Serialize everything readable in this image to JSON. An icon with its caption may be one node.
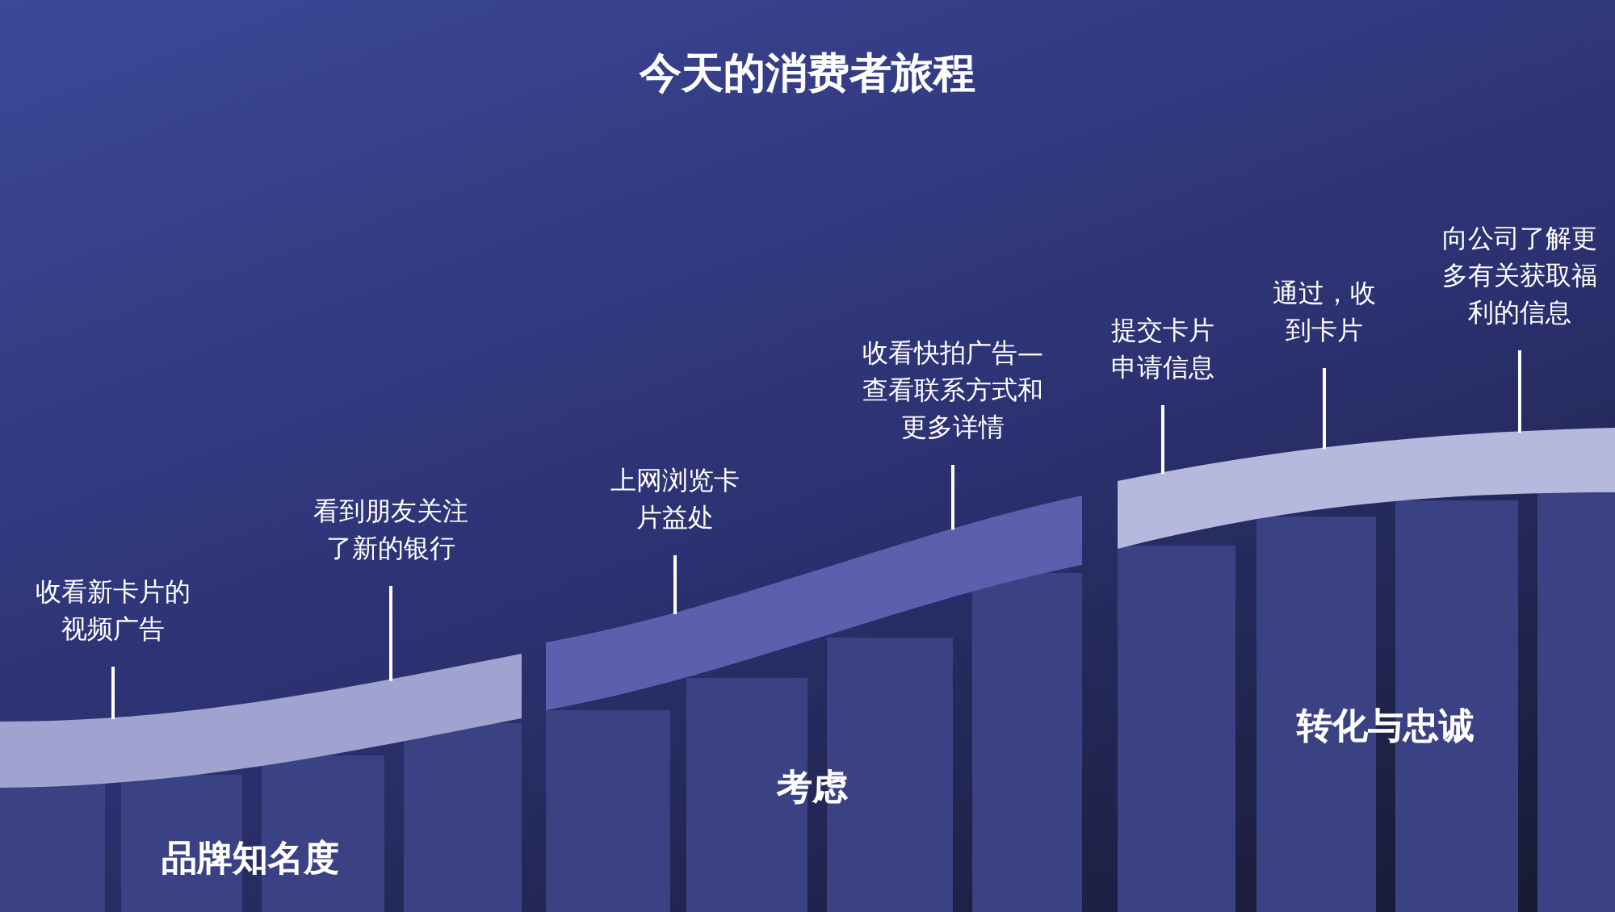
{
  "diagram": {
    "title": "今天的消费者旅程",
    "nodes": [
      {
        "text": [],
        "shape": "bar"
      },
      {
        "text": [],
        "shape": "bar"
      },
      {
        "text": [],
        "shape": "bar"
      },
      {
        "text": [
          "收看新卡片的视频广告"
        ]
      },
      {
        "text": [
          "看到朋友关注了新的银行"
        ]
      },
      {
        "text": [
          "上网浏览卡片益处"
        ]
      },
      {
        "text": [
          "收看快拍广告—查看联系方式和更多详情"
        ]
      },
      {
        "text": [
          "提交卡片申请信息"
        ]
      },
      {
        "text": [
          "通过，收到卡片"
        ]
      },
      {
        "text": [
          "向公司了解更多有关获取福利的信息"
        ]
      }
    ],
    "edges": [
      {
        "from": 3,
        "to": 0,
        "arrow": "none"
      },
      {
        "from": 4,
        "to": 0,
        "arrow": "none"
      },
      {
        "from": 5,
        "to": 1,
        "arrow": "none"
      },
      {
        "from": 6,
        "to": 1,
        "arrow": "none"
      },
      {
        "from": 7,
        "to": 2,
        "arrow": "none"
      },
      {
        "from": 8,
        "to": 2,
        "arrow": "none"
      },
      {
        "from": 9,
        "to": 2,
        "arrow": "none"
      }
    ],
    "labels": [
      "考虑",
      "转化与忠诚",
      "品牌知名度"
    ]
  }
}
